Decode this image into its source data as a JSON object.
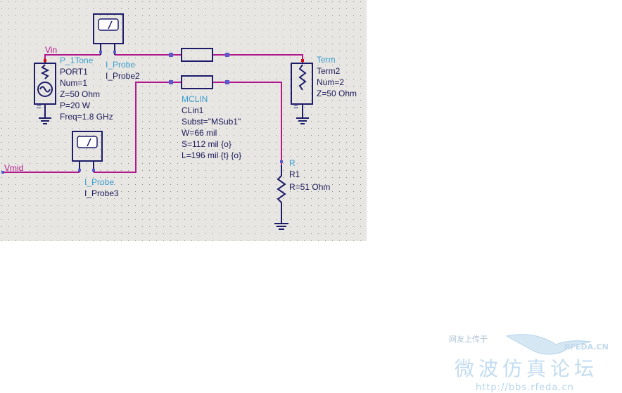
{
  "colors": {
    "canvas": "#e8e6e2",
    "wire": "#b0188c",
    "component": "#1c1c6a",
    "component_type_label": "#3a9fd0",
    "instance_label": "#1a1a5a",
    "watermark": "#a8cde8"
  },
  "nets": {
    "vin": "Vin",
    "vmid": "Vmid"
  },
  "port1": {
    "type": "P_1Tone",
    "name": "PORT1",
    "num": "Num=1",
    "z": "Z=50 Ohm",
    "p": "P=20 W",
    "freq": "Freq=1.8 GHz"
  },
  "probe2": {
    "type": "I_Probe",
    "name": "I_Probe2"
  },
  "probe3": {
    "type": "I_Probe",
    "name": "I_Probe3"
  },
  "term2": {
    "type": "Term",
    "name": "Term2",
    "num": "Num=2",
    "z": "Z=50 Ohm"
  },
  "mclin": {
    "type": "MCLIN",
    "name": "CLin1",
    "subst": "Subst=\"MSub1\"",
    "w": "W=66 mil",
    "s": "S=112 mil {o}",
    "l": "L=196 mil {t} {o}"
  },
  "resistor": {
    "type": "R",
    "name": "R1",
    "r": "R=51 Ohm"
  },
  "watermark": {
    "small": "网友上传于",
    "brand": "RFEDA.CN",
    "chinese": "微波仿真论坛",
    "url": "http://bbs.rfeda.cn"
  }
}
